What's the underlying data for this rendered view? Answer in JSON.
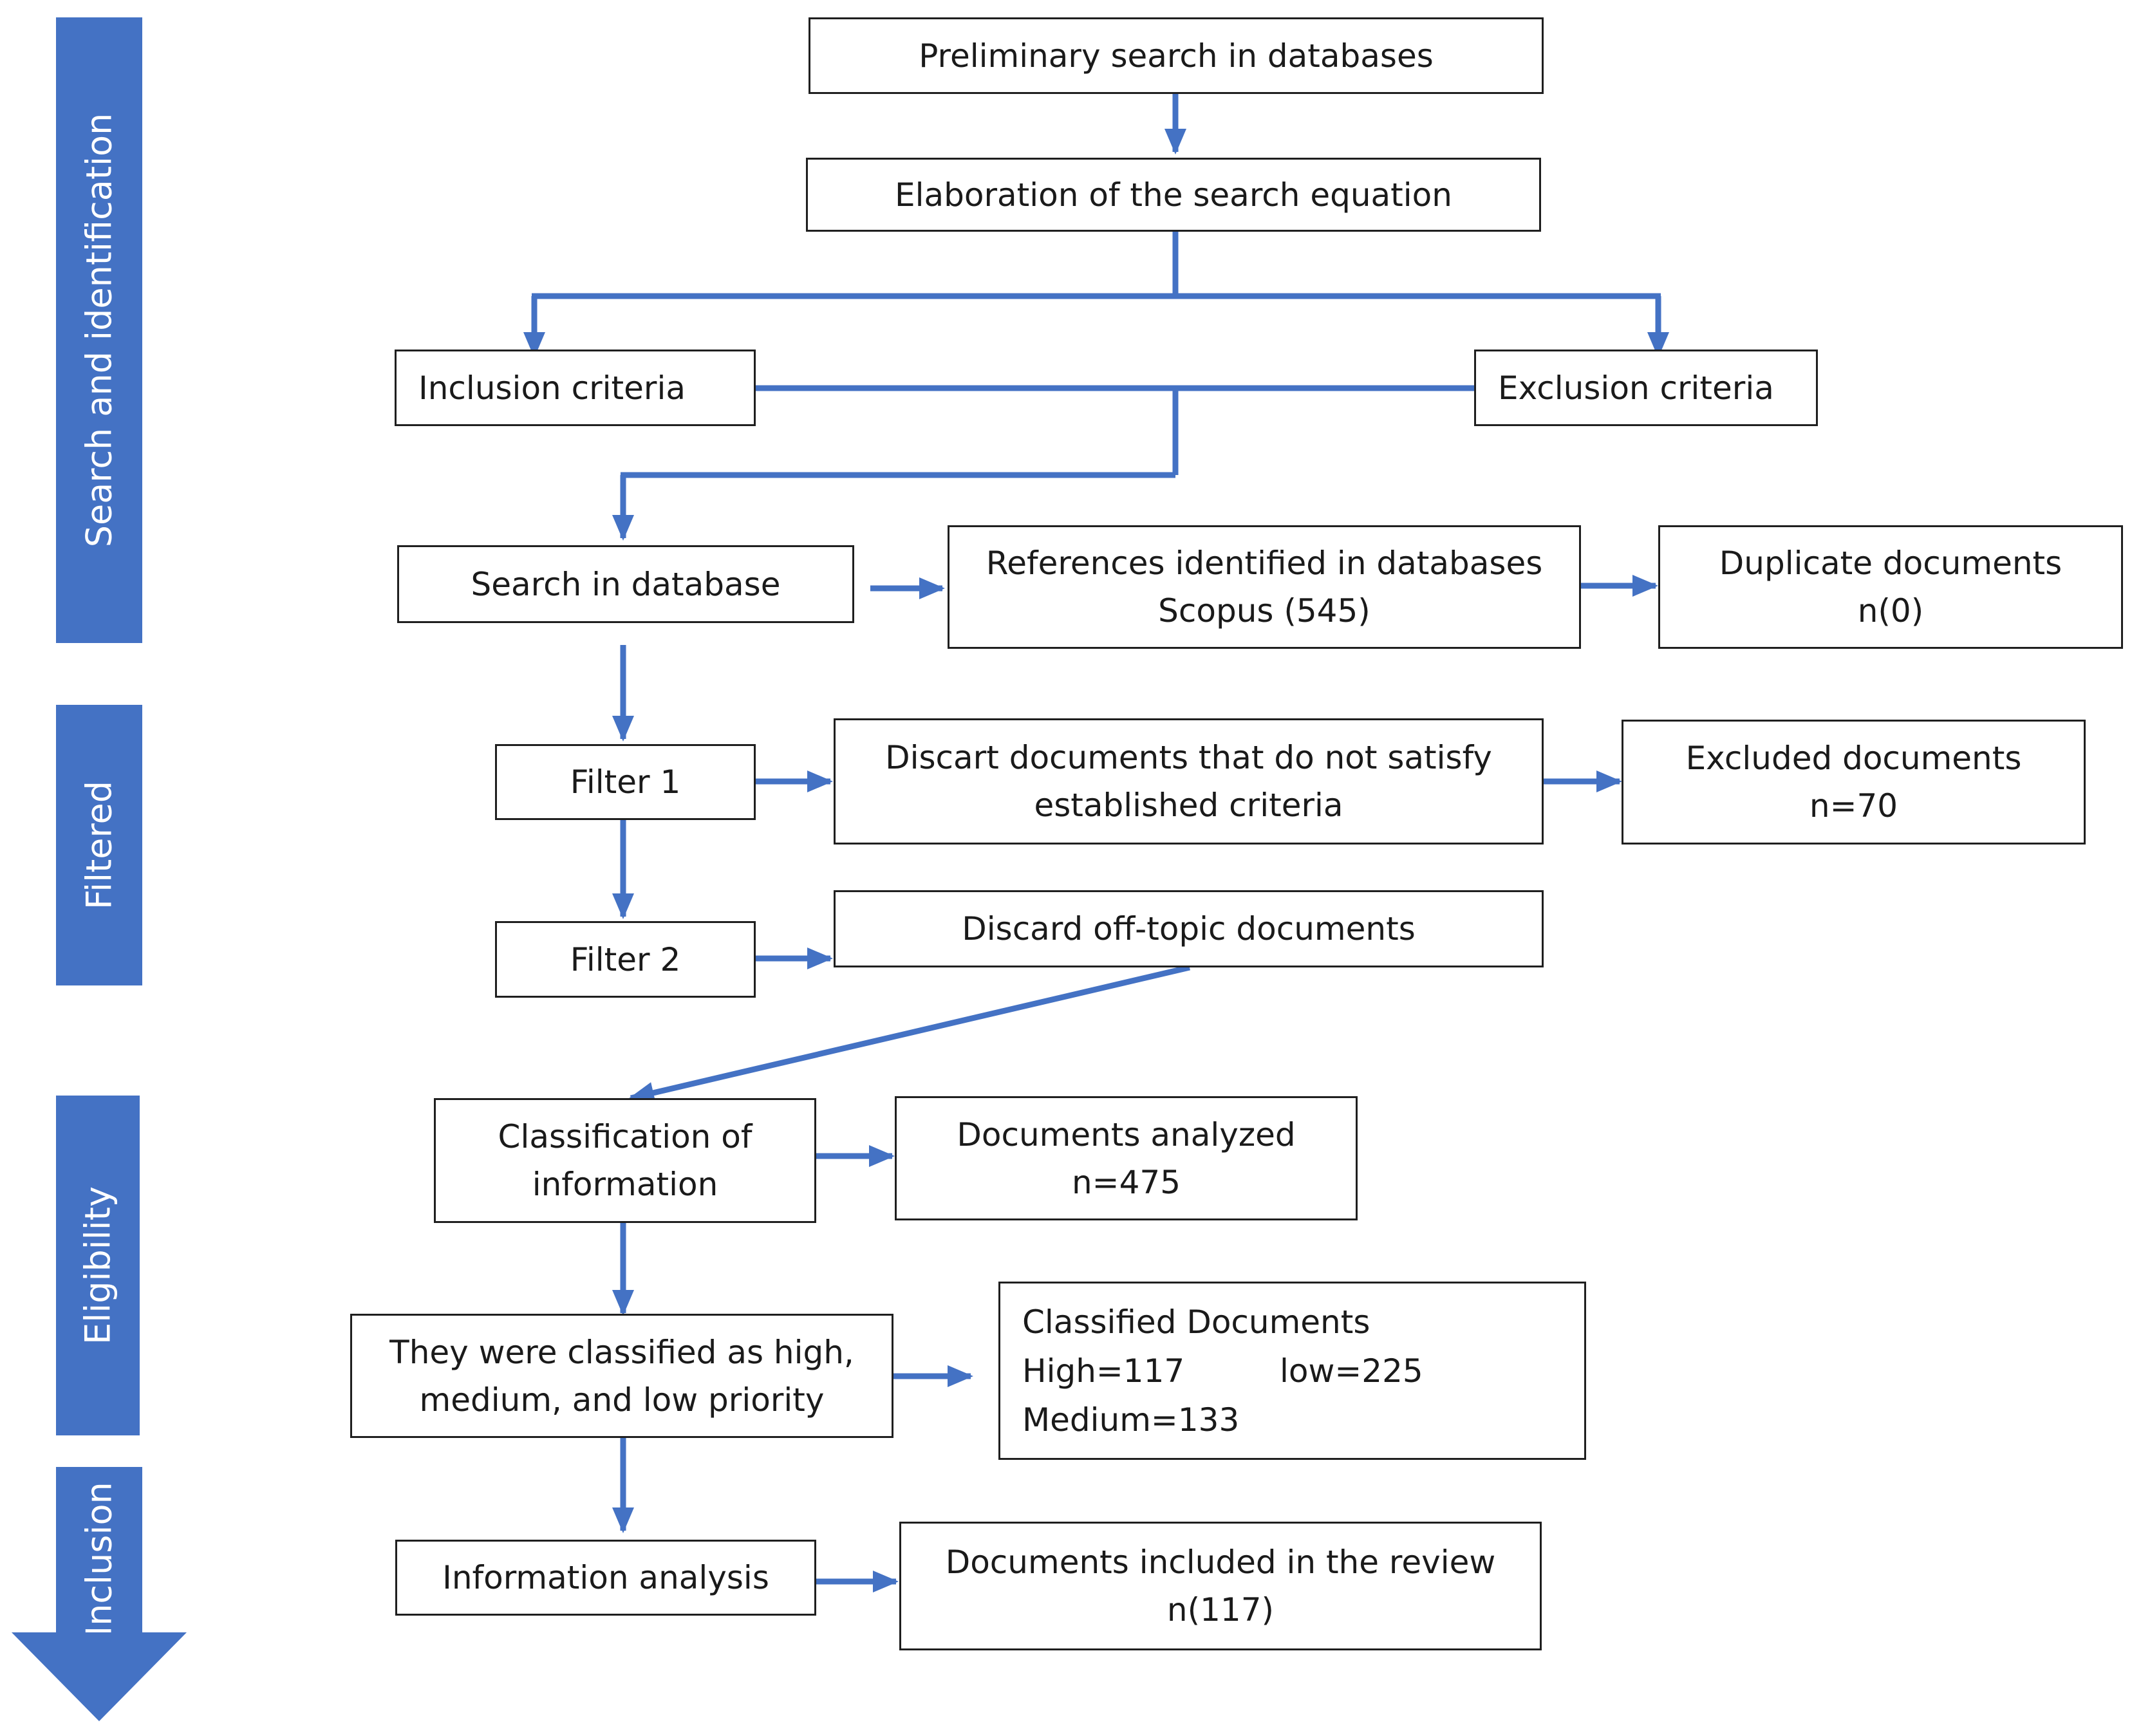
{
  "colors": {
    "accent": "#4472c4",
    "box_border": "#1f1f1f",
    "text": "#1a1a1a"
  },
  "stages": [
    {
      "label": "Search and identification"
    },
    {
      "label": "Filtered"
    },
    {
      "label": "Eligibility"
    },
    {
      "label": "Inclusion"
    }
  ],
  "nodes": {
    "preliminary": {
      "line1": "Preliminary search in databases"
    },
    "elaboration": {
      "line1": "Elaboration of the search equation"
    },
    "inclusion_criteria": {
      "line1": "Inclusion criteria"
    },
    "exclusion_criteria": {
      "line1": "Exclusion criteria"
    },
    "search_db": {
      "line1": "Search in database"
    },
    "references": {
      "line1": "References identified in databases",
      "line2": "Scopus (545)"
    },
    "duplicates": {
      "line1": "Duplicate documents",
      "line2": "n(0)"
    },
    "filter1": {
      "line1": "Filter 1"
    },
    "discard_criteria": {
      "line1": "Discart documents that do not satisfy",
      "line2": "established criteria"
    },
    "excluded": {
      "line1": "Excluded documents",
      "line2": "n=70"
    },
    "filter2": {
      "line1": "Filter 2"
    },
    "discard_offtopic": {
      "line1": "Discard off-topic documents"
    },
    "classification": {
      "line1": "Classification of",
      "line2": "information"
    },
    "analyzed": {
      "line1": "Documents analyzed",
      "line2": "n=475"
    },
    "priority": {
      "line1": "They were classified as high,",
      "line2": "medium, and low priority"
    },
    "classified": {
      "title": "Classified Documents",
      "high": "High=117",
      "low": "low=225",
      "medium": "Medium=133"
    },
    "info_analysis": {
      "line1": "Information analysis"
    },
    "included": {
      "line1": "Documents included in the review",
      "line2": "n(117)"
    }
  }
}
